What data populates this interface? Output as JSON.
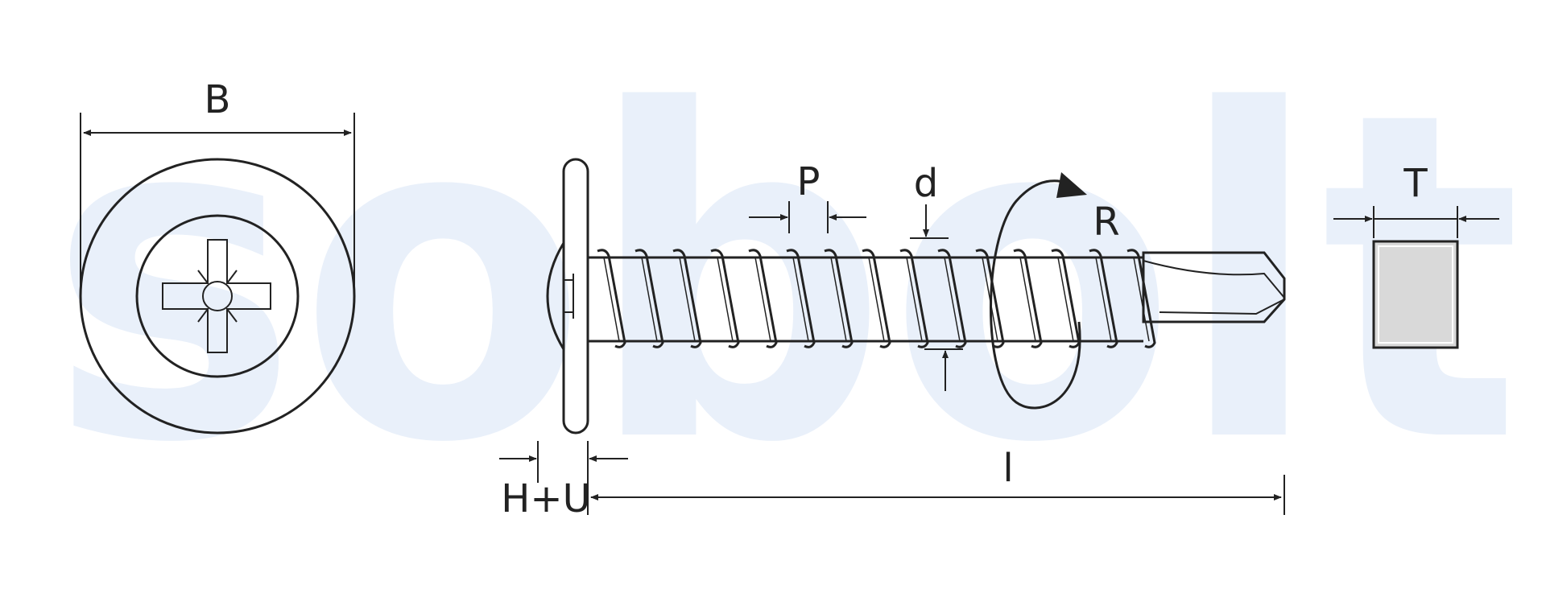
{
  "watermark": {
    "text": "sobolt",
    "color": "#e9f0fa"
  },
  "labels": {
    "head_diameter": "B",
    "thread_pitch": "P",
    "thread_diameter": "d",
    "rotation": "R",
    "drive_size": "T",
    "head_height": "H+U",
    "length": "l"
  },
  "colors": {
    "line": "#222222",
    "drive_fill": "#d9d9d9"
  }
}
